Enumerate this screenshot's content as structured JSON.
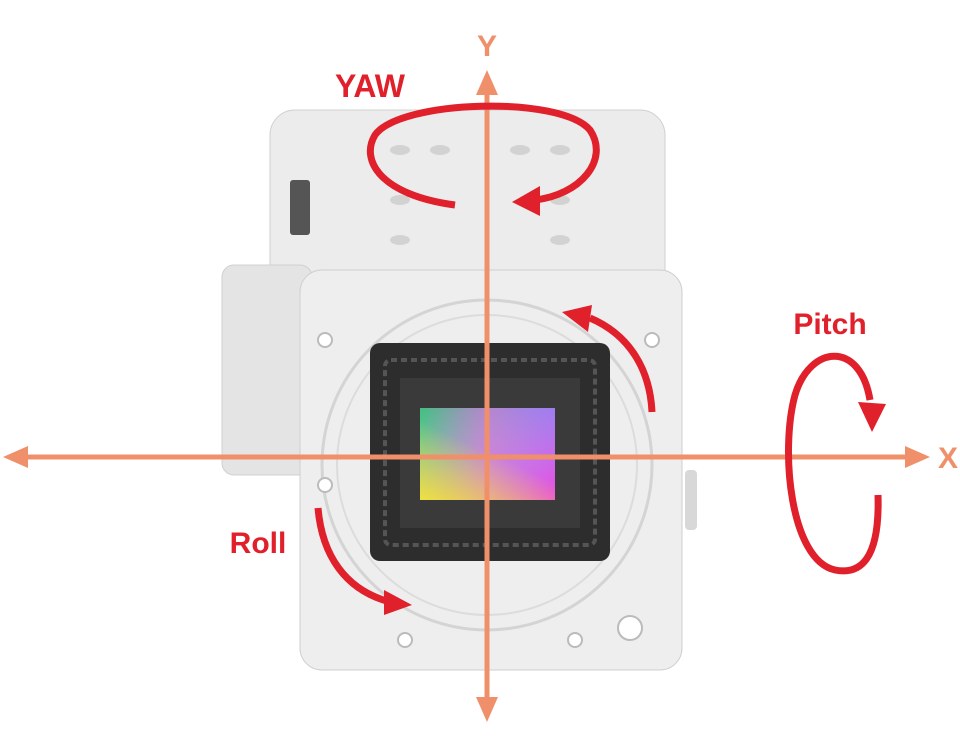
{
  "labels": {
    "y_axis": "Y",
    "x_axis": "X",
    "yaw": "YAW",
    "pitch": "Pitch",
    "roll": "Roll"
  },
  "colors": {
    "rotation": "#e0202a",
    "axis": "#f0906a",
    "body": "#e6e6e6"
  }
}
